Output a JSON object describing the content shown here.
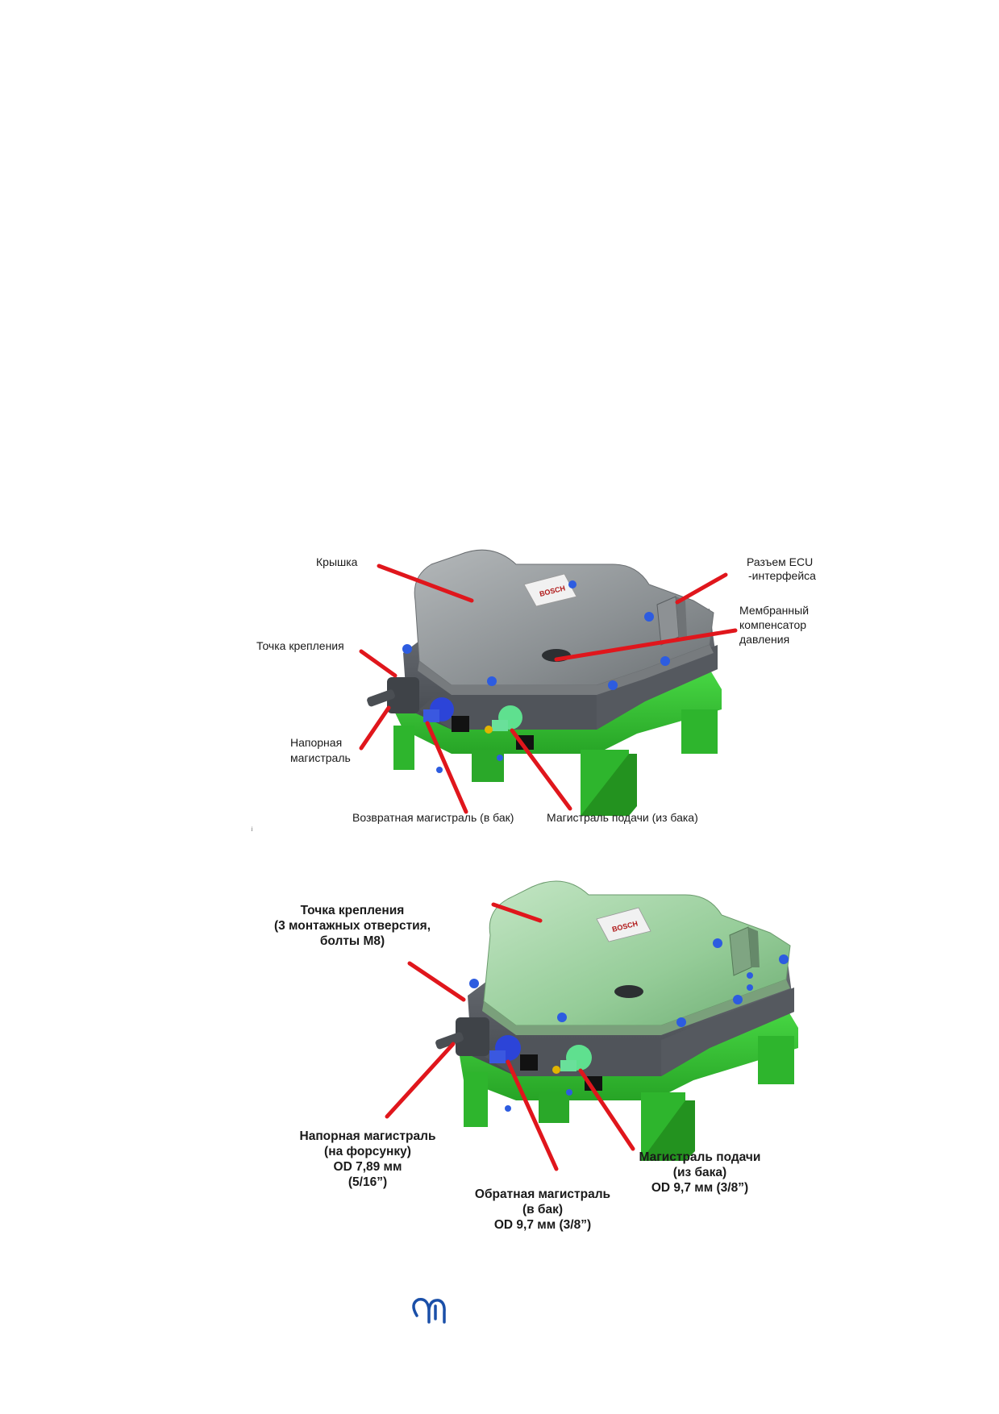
{
  "diagram1": {
    "labels": {
      "cover": "Крышка",
      "ecu_connector_1": "Разъем ECU",
      "ecu_connector_2": "-интерфейса",
      "membrane_1": "Мембранный",
      "membrane_2": "компенсатор",
      "membrane_3": "давления",
      "mount_point": "Точка крепления",
      "pressure_line_1": "Напорная",
      "pressure_line_2": "магистраль",
      "return_line": "Возвратная магистраль (в бак)",
      "supply_line": "Магистраль подачи (из бака)",
      "stray_mark": "ʲ"
    }
  },
  "diagram2": {
    "labels": {
      "mount_1": "Точка крепления",
      "mount_2": "(3 монтажных отверстия,",
      "mount_3": "болты М8)",
      "pressure_1": "Напорная магистраль",
      "pressure_2": "(на форсунку)",
      "pressure_3": "OD 7,89 мм",
      "pressure_4": "(5/16”)",
      "return_1": "Обратная магистраль",
      "return_2": "(в бак)",
      "return_3": "OD 9,7 мм (3/8”)",
      "supply_1": "Магистраль подачи",
      "supply_2": "(из бака)",
      "supply_3": "OD 9,7 мм (3/8”)"
    }
  },
  "colors": {
    "leader": "#e0161c",
    "base": "#3cc63a",
    "body_dark": "#5d6168",
    "cover_grey": "#8f9497",
    "cover_green": "#9fd3a4",
    "fitting_blue": "#2b44d6",
    "fitting_green": "#5fe08f",
    "logo_blue": "#1a4fa8"
  },
  "footer": {
    "logo_text": ""
  }
}
